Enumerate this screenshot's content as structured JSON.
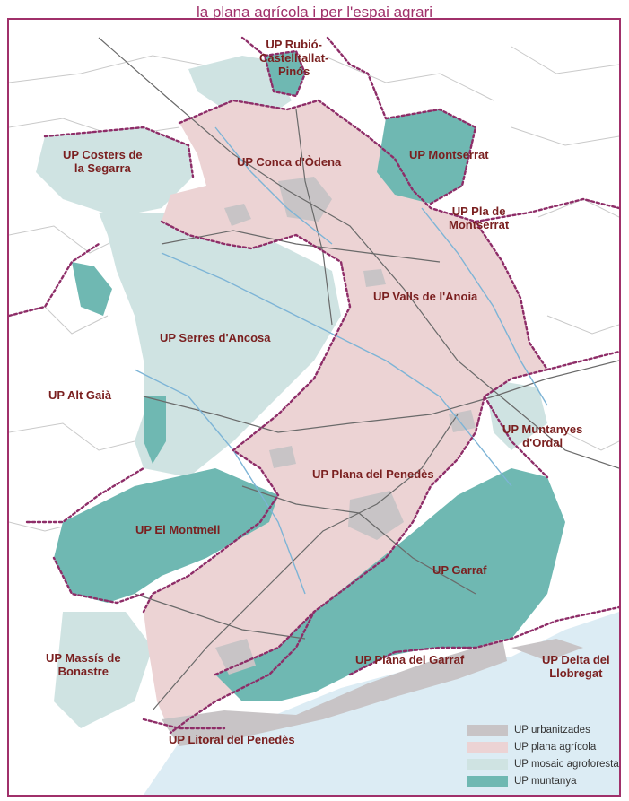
{
  "caption": "la plana agrícola i per l'espai agrari",
  "colors": {
    "urban": "#c8c4c6",
    "agricultural": "#ecd3d4",
    "mosaic": "#cfe3e2",
    "mountain": "#6fb8b2",
    "sea": "#dcecf4",
    "boundary": "#8e2d68",
    "label": "#7a1f1f"
  },
  "units": [
    {
      "id": "rubio",
      "lines": [
        "UP Rubió-",
        "Castelltallat-",
        "Pinós"
      ]
    },
    {
      "id": "costers",
      "lines": [
        "UP Costers de",
        "la Segarra"
      ]
    },
    {
      "id": "conca",
      "lines": [
        "UP Conca d'Òdena"
      ]
    },
    {
      "id": "montserrat",
      "lines": [
        "UP Montserrat"
      ]
    },
    {
      "id": "pla-montserrat",
      "lines": [
        "UP Pla de",
        "Montserrat"
      ]
    },
    {
      "id": "valls",
      "lines": [
        "UP Valls de l'Anoia"
      ]
    },
    {
      "id": "serres",
      "lines": [
        "UP Serres d'Ancosa"
      ]
    },
    {
      "id": "alt-gaia",
      "lines": [
        "UP Alt Gaià"
      ]
    },
    {
      "id": "muntanyes-ordal",
      "lines": [
        "UP Muntanyes",
        "d'Ordal"
      ]
    },
    {
      "id": "plana-penedes",
      "lines": [
        "UP Plana del Penedès"
      ]
    },
    {
      "id": "montmell",
      "lines": [
        "UP El Montmell"
      ]
    },
    {
      "id": "garraf",
      "lines": [
        "UP Garraf"
      ]
    },
    {
      "id": "bonastre",
      "lines": [
        "UP Massís de",
        "Bonastre"
      ]
    },
    {
      "id": "plana-garraf",
      "lines": [
        "UP Plana del Garraf"
      ]
    },
    {
      "id": "delta",
      "lines": [
        "UP Delta del",
        "Llobregat"
      ]
    },
    {
      "id": "litoral",
      "lines": [
        "UP Litoral del Penedès"
      ]
    }
  ],
  "legend": [
    {
      "label": "UP urbanitzades",
      "color": "#c8c4c6"
    },
    {
      "label": "UP plana agrícola",
      "color": "#ecd3d4"
    },
    {
      "label": "UP mosaic agroforestal",
      "color": "#cfe3e2"
    },
    {
      "label": "UP muntanya",
      "color": "#6fb8b2"
    }
  ]
}
